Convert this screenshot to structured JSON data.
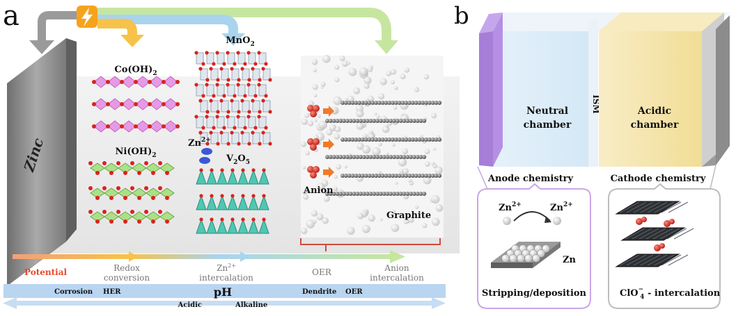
{
  "panel_a": {
    "letter": "a",
    "zinc": "Zinc",
    "materials": {
      "cooh": "Co(OH)",
      "cooh_sub": "2",
      "nioh": "Ni(OH)",
      "nioh_sub": "2",
      "mno": "MnO",
      "mno_sub": "2",
      "v2o5_v": "V",
      "v2o5_v_sub": "2",
      "v2o5_o": "O",
      "v2o5_o_sub": "5",
      "zn_ion": "Zn",
      "zn_ion_sup": "2+",
      "anion": "Anion",
      "graphite": "Graphite"
    },
    "scale": {
      "potential": "Potential",
      "redox_1": "Redox",
      "redox_2": "conversion",
      "zn_int": "Zn",
      "zn_int_sup": "2+",
      "zn_int_2": "intercalation",
      "oer": "OER",
      "anion_1": "Anion",
      "anion_2": "intercalation"
    },
    "ph": {
      "title": "pH",
      "corrosion": "Corrosion",
      "her": "HER",
      "dendrite": "Dendrite",
      "oer": "OER",
      "acidic": "Acidic",
      "alkaline": "Alkaline"
    },
    "colors": {
      "potential": "#e8482a",
      "zinc_plate": "#8e8e8e",
      "arrow_yellow": "#f6c24a",
      "arrow_blue": "#a9d4ee",
      "arrow_green": "#c6e6a0",
      "ph_bar": "#b9d5f0"
    }
  },
  "panel_b": {
    "letter": "b",
    "neutral_1": "Neutral",
    "neutral_2": "chamber",
    "ism": "ISM",
    "acidic_1": "Acidic",
    "acidic_2": "chamber",
    "anode": "Anode chemistry",
    "cathode": "Cathode chemistry",
    "zn_left": "Zn",
    "zn_left_sup": "2+",
    "zn_right": "Zn",
    "zn_right_sup": "2+",
    "zn_plate": "Zn",
    "stripping": "Stripping/deposition",
    "clo4": "ClO",
    "clo4_sub": "4",
    "clo4_sup": "−",
    "clo4_tail": " - intercalation",
    "colors": {
      "anode": "#b48be0",
      "neutral": "#dcecf8",
      "acidic": "#f6e6b4",
      "cathode": "#cfcfcf",
      "callout_left": "#c9a6e8",
      "callout_right": "#bdbdbd"
    }
  }
}
